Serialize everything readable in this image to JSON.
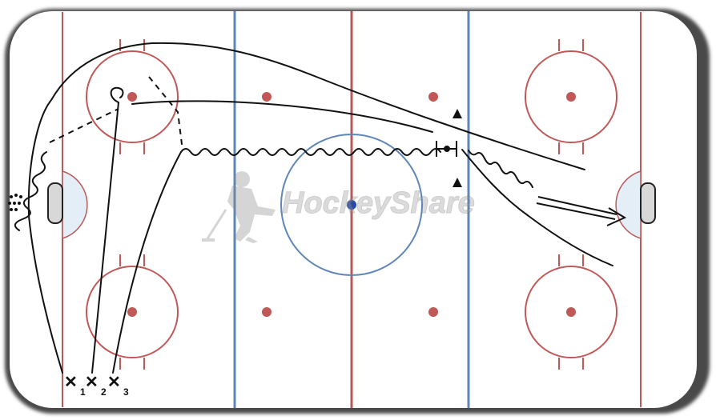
{
  "watermark": {
    "text": "HockeyShare"
  },
  "players": [
    {
      "label": "1"
    },
    {
      "label": "2"
    },
    {
      "label": "3"
    }
  ],
  "colors": {
    "board": "#5a5a5a",
    "ice": "#ffffff",
    "red_line": "#b85a5a",
    "blue_line": "#5f86b8",
    "faceoff": "#c05858",
    "crease": "#e4eef6",
    "center_dot": "#2a4aa8",
    "drill_line": "#111111"
  },
  "icons": {
    "player": "x-mark-icon",
    "cone": "triangle-cone-icon",
    "pucks": "puck-pile-icon",
    "net": "hockey-net-icon",
    "watermark_figure": "skater-silhouette-icon"
  }
}
